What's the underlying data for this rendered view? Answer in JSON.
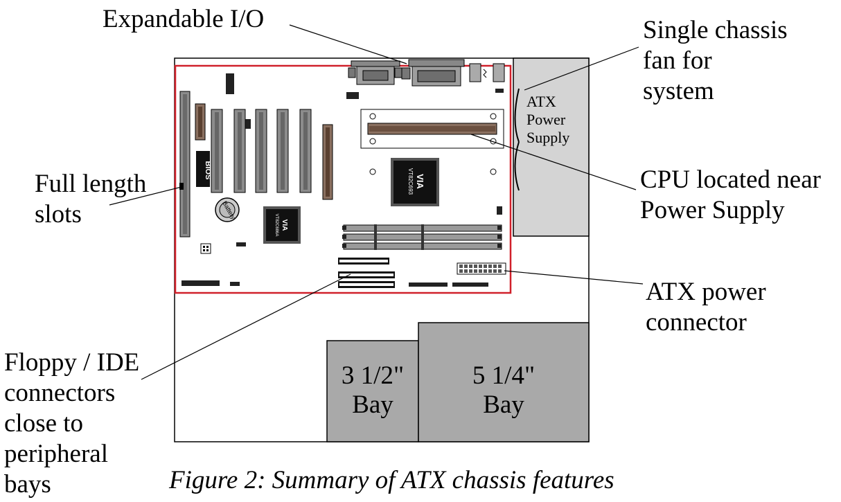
{
  "labels": {
    "expandable_io": "Expandable I/O",
    "chassis_fan": [
      "Single chassis",
      "fan for",
      "system"
    ],
    "psu": [
      "ATX",
      "Power",
      "Supply"
    ],
    "cpu": [
      "CPU located near",
      "Power Supply"
    ],
    "full_length_slots": [
      "Full length",
      "slots"
    ],
    "atx_power_connector": [
      "ATX power",
      "connector"
    ],
    "floppy_ide": [
      "Floppy / IDE",
      "connectors",
      "close to",
      "peripheral",
      "bays"
    ],
    "bay_35": [
      "3 1/2\"",
      "Bay"
    ],
    "bay_525": [
      "5 1/4\"",
      "Bay"
    ]
  },
  "board_labels": {
    "bios": "BIOS",
    "battery": "Battery",
    "chip_main": "VIA",
    "chip_main_sub": "VT82C693",
    "chip_south": "VIA",
    "chip_south_sub": "VT82C686A"
  },
  "caption": "Figure 2:  Summary of ATX chassis features",
  "colors": {
    "board_outline": "#d0202a",
    "psu_fill": "#d4d4d4",
    "bay_fill": "#a9a9a9",
    "slot_gray": "#8c8c8c",
    "slot_brown": "#8a7060",
    "chip_dark": "#111111",
    "dimm_gray": "#9a9a9a"
  }
}
